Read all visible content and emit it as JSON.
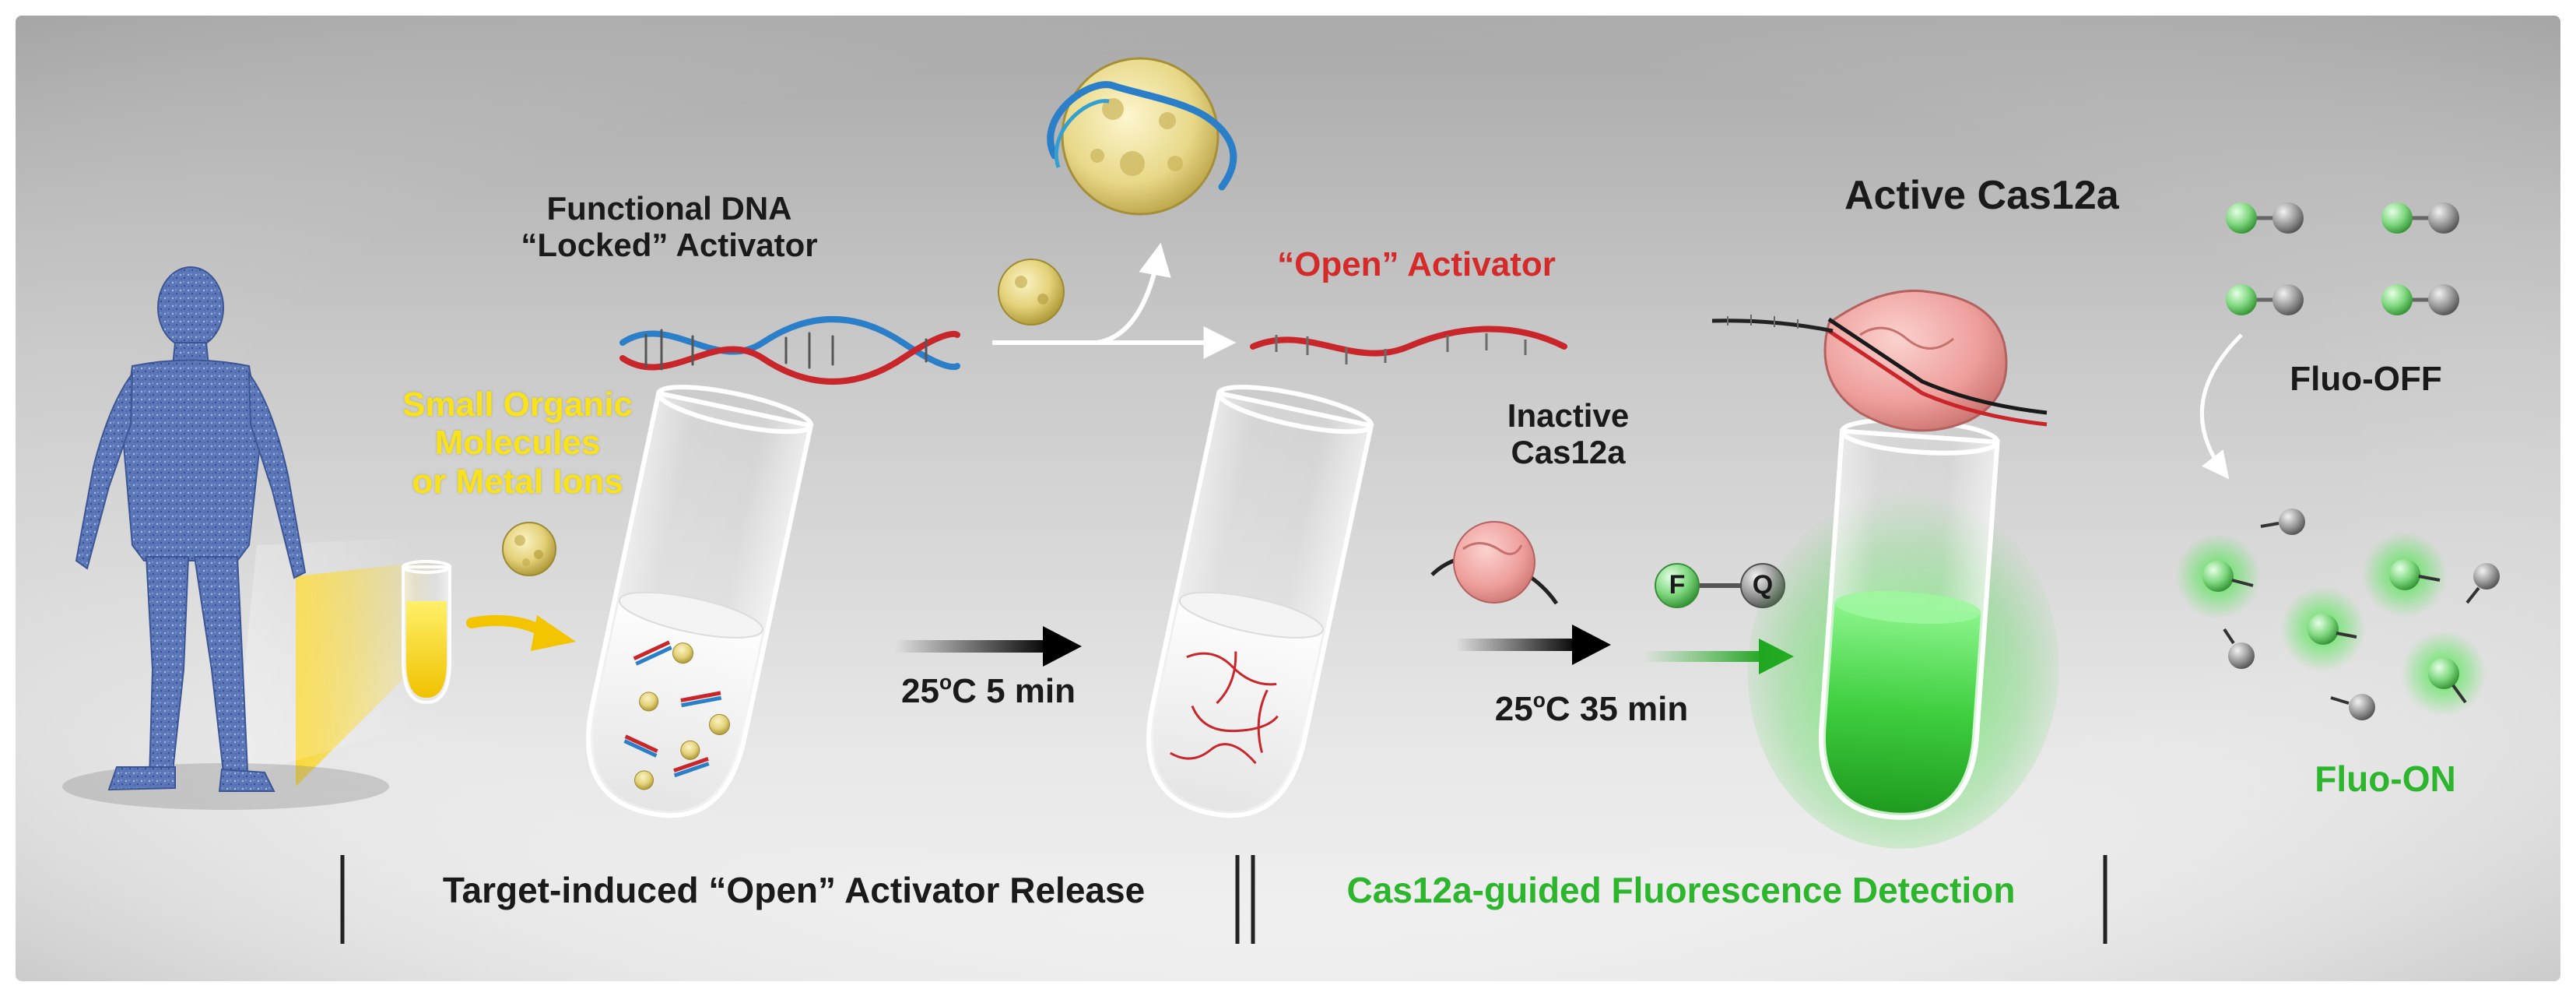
{
  "labels": {
    "functional_dna": "Functional DNA",
    "locked_activator": "“Locked” Activator",
    "open_activator": "“Open” Activator",
    "active_cas12a": "Active Cas12a",
    "inactive": "Inactive",
    "cas12a": "Cas12a",
    "small_organic": "Small Organic",
    "molecules": "Molecules",
    "or_metal_ions": "or Metal Ions",
    "fluo_off": "Fluo-OFF",
    "fluo_on": "Fluo-ON",
    "fluorophore": "F",
    "quencher": "Q",
    "step1_temp": "25",
    "step1_degree": "o",
    "step1_unit": "C  5 min",
    "step2_temp": "25",
    "step2_degree": "o",
    "step2_unit": "C  35 min"
  },
  "stages": {
    "release": "Target-induced “Open” Activator Release",
    "detection": "Cas12a-guided Fluorescence Detection"
  },
  "colors": {
    "target_text": "#f7e21c",
    "open_activator": "#d42a2a",
    "fluorescence": "#2db52d",
    "dna_strand_a": "#c8262a",
    "dna_strand_b": "#2a7fc8",
    "enzyme": "#f0a5a3"
  }
}
